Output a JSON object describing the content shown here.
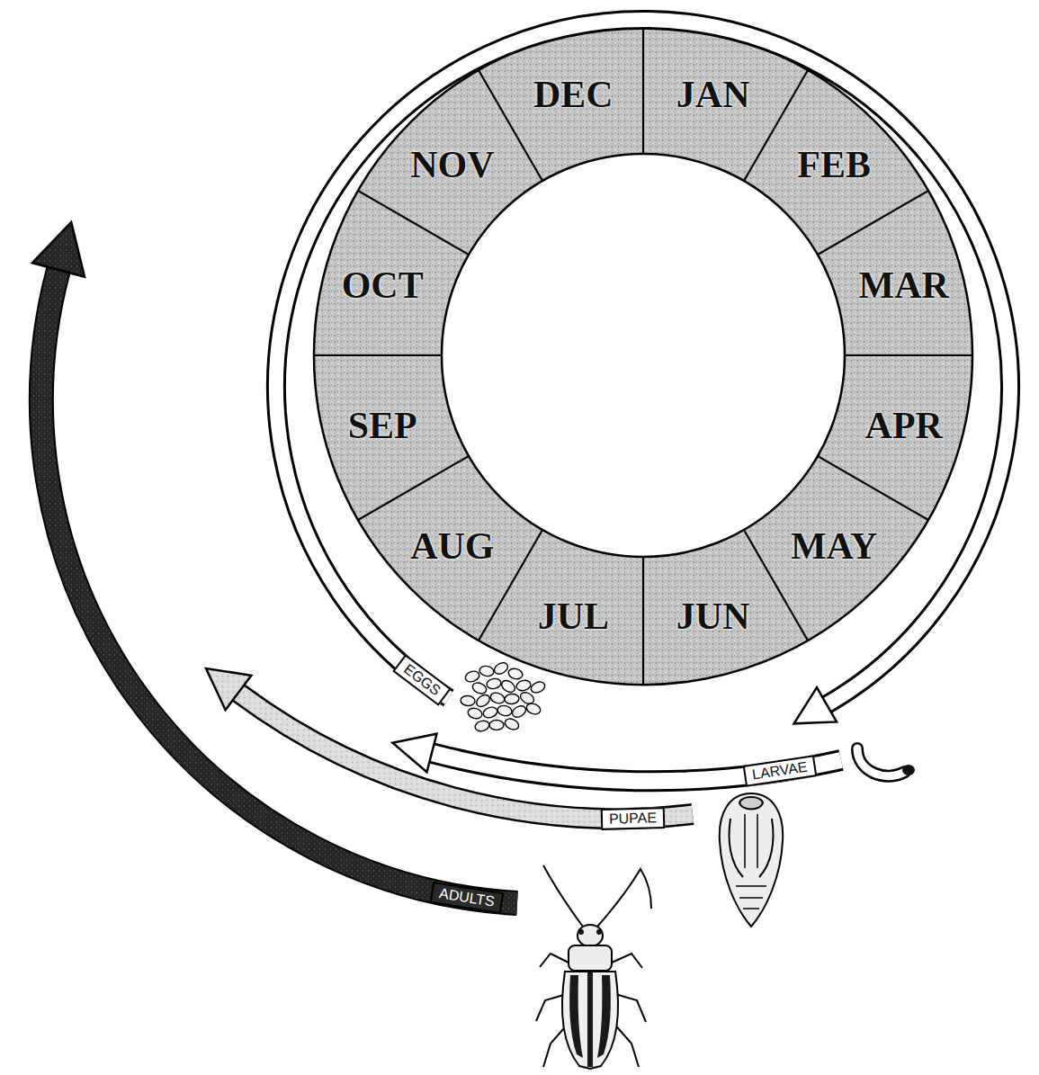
{
  "diagram": {
    "nodes": [
      {
        "text": [
          "EGGS"
        ]
      },
      {
        "text": [
          "LARVAE"
        ]
      },
      {
        "text": [
          "PUPAE"
        ]
      },
      {
        "text": [
          "ADULTS"
        ]
      }
    ],
    "labels": [
      "JAN",
      "FEB",
      "MAR",
      "APR",
      "MAY",
      "JUN",
      "JUL",
      "AUG",
      "SEP",
      "OCT",
      "NOV",
      "DEC"
    ]
  }
}
